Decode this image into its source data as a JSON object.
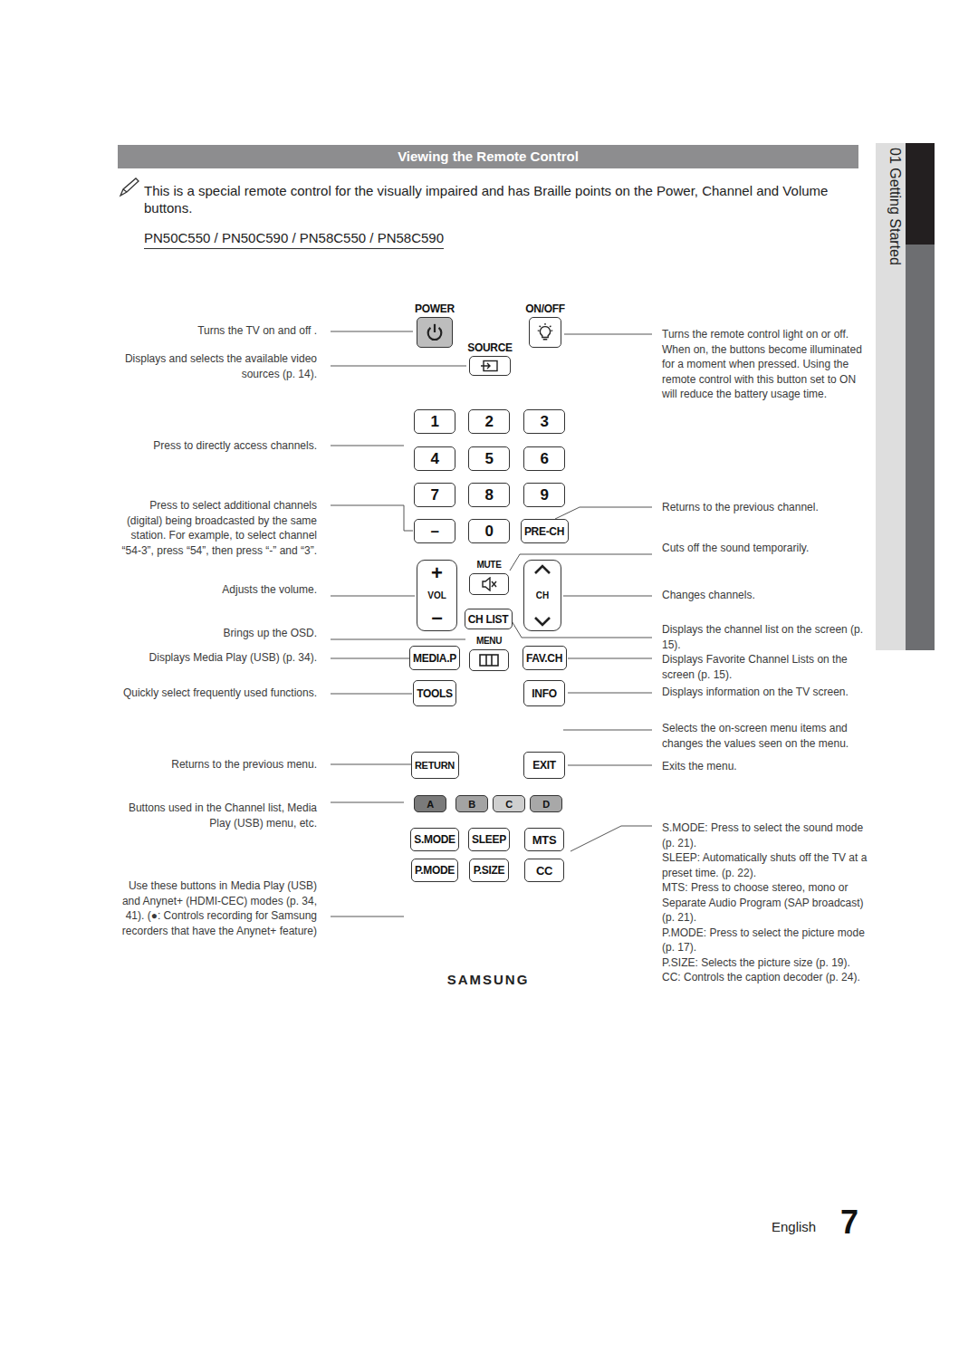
{
  "diagram": {
    "title": "Viewing the Remote Control",
    "nodes": [
      {
        "text": [
          "SAMSUNG"
        ]
      },
      {
        "text": [
          "POWER"
        ],
        "in": 0
      },
      {
        "text": [
          "ON/OFF"
        ],
        "in": 0
      },
      {
        "text": [
          "SOURCE"
        ],
        "in": 0
      },
      {
        "text": [
          "1"
        ],
        "in": 0
      },
      {
        "text": [
          "2"
        ],
        "in": 0
      },
      {
        "text": [
          "3"
        ],
        "in": 0
      },
      {
        "text": [
          "4"
        ],
        "in": 0
      },
      {
        "text": [
          "5"
        ],
        "in": 0
      },
      {
        "text": [
          "6"
        ],
        "in": 0
      },
      {
        "text": [
          "7"
        ],
        "in": 0
      },
      {
        "text": [
          "8"
        ],
        "in": 0
      },
      {
        "text": [
          "9"
        ],
        "in": 0
      },
      {
        "text": [
          "–"
        ],
        "in": 0
      },
      {
        "text": [
          "0"
        ],
        "in": 0
      },
      {
        "text": [
          "PRE-CH"
        ],
        "in": 0
      },
      {
        "text": [
          "+",
          "VOL",
          "–"
        ],
        "in": 0
      },
      {
        "text": [
          "MUTE"
        ],
        "in": 0
      },
      {
        "text": [
          "CH"
        ],
        "in": 0
      },
      {
        "text": [
          "CH LIST"
        ],
        "in": 0
      },
      {
        "text": [
          "MENU"
        ],
        "in": 0
      },
      {
        "text": [
          "MEDIA.P"
        ],
        "in": 0
      },
      {
        "text": [
          "FAV.CH"
        ],
        "in": 0
      },
      {
        "text": [
          "TOOLS"
        ],
        "in": 0
      },
      {
        "text": [
          "INFO"
        ],
        "in": 0
      },
      {
        "text": [
          "RETURN"
        ],
        "in": 0
      },
      {
        "text": [
          "EXIT"
        ],
        "in": 0
      },
      {
        "text": [
          "A"
        ],
        "in": 0
      },
      {
        "text": [
          "B"
        ],
        "in": 0
      },
      {
        "text": [
          "C"
        ],
        "in": 0
      },
      {
        "text": [
          "D"
        ],
        "in": 0
      },
      {
        "text": [
          "S.MODE"
        ],
        "in": 0
      },
      {
        "text": [
          "SLEEP"
        ],
        "in": 0
      },
      {
        "text": [
          "MTS"
        ],
        "in": 0
      },
      {
        "text": [
          "P.MODE"
        ],
        "in": 0
      },
      {
        "text": [
          "P.SIZE"
        ],
        "in": 0
      },
      {
        "text": [
          "CC"
        ],
        "in": 0
      }
    ],
    "labels": [
      "This is a special remote control for the visually impaired and has Braille points on the Power, Channel and Volume buttons.",
      "PN50C550 / PN50C590 / PN58C550 / PN58C590",
      "Turns the TV on and off .",
      "Displays and selects the available video sources (p. 14).",
      "Press to directly access channels.",
      "Press to select additional channels (digital) being broadcasted by the same station. For example, to select channel “54-3”, press “54”, then press “-” and “3”.",
      "Adjusts the volume.",
      "Brings up the OSD.",
      "Displays Media Play (USB) (p. 34).",
      "Quickly select frequently used functions.",
      "Returns to the previous menu.",
      "Buttons used in the Channel list, Media Play (USB) menu, etc.",
      "Use these buttons in Media Play (USB) and Anynet+ (HDMI-CEC) modes (p. 34, 41). (●: Controls recording for Samsung recorders that have the Anynet+ feature)",
      "Turns the remote control light on or off. When on, the buttons become illuminated for a moment when pressed. Using the remote control with this button set to ON will reduce the battery usage time.",
      "Returns to the previous channel.",
      "Cuts off the sound temporarily.",
      "Changes channels.",
      "Displays the channel list on the screen (p. 15).",
      "Displays Favorite Channel Lists on the screen (p. 15).",
      "Displays information on the TV screen.",
      "Selects the on-screen menu items and changes the values seen on the menu.",
      "Exits the menu.",
      "S.MODE: Press to select the sound mode (p. 21).",
      "SLEEP: Automatically shuts off the TV at a preset time. (p. 22).",
      "MTS: Press to choose stereo, mono or Separate Audio Program (SAP broadcast) (p. 21).",
      "P.MODE: Press to select the picture mode (p. 17).",
      "P.SIZE: Selects the picture size (p. 19).",
      "CC: Controls the caption decoder (p. 24).",
      "01 Getting Started",
      "English",
      "7"
    ]
  }
}
